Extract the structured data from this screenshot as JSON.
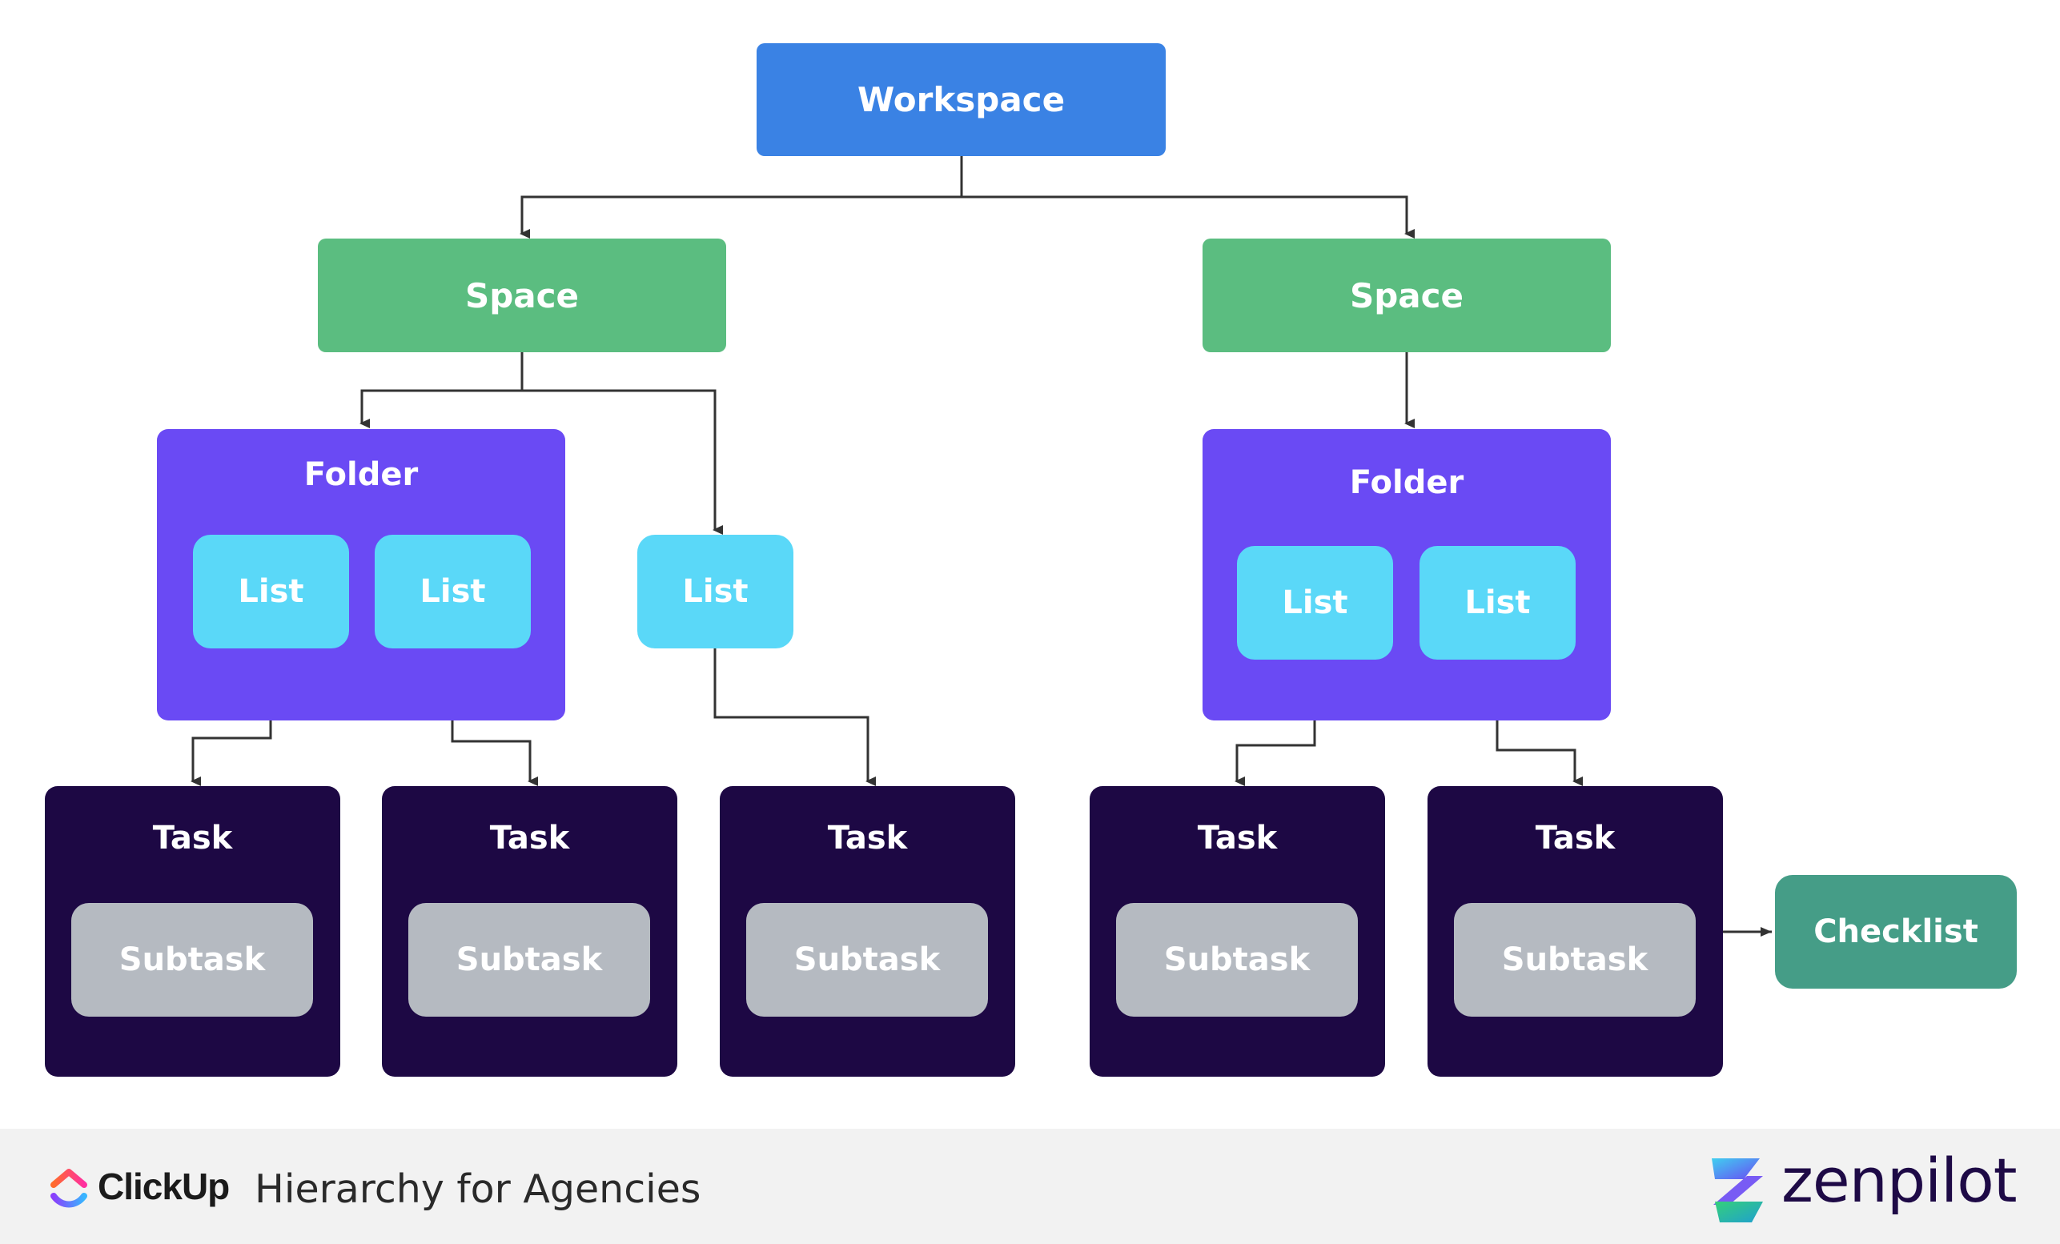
{
  "workspace": {
    "label": "Workspace"
  },
  "spaces": [
    {
      "label": "Space"
    },
    {
      "label": "Space"
    }
  ],
  "folders": [
    {
      "label": "Folder",
      "lists": [
        "List",
        "List"
      ]
    },
    {
      "label": "Folder",
      "lists": [
        "List",
        "List"
      ]
    }
  ],
  "standalone_list": {
    "label": "List"
  },
  "tasks": [
    {
      "label": "Task",
      "subtask": "Subtask"
    },
    {
      "label": "Task",
      "subtask": "Subtask"
    },
    {
      "label": "Task",
      "subtask": "Subtask"
    },
    {
      "label": "Task",
      "subtask": "Subtask"
    },
    {
      "label": "Task",
      "subtask": "Subtask"
    }
  ],
  "checklist": {
    "label": "Checklist"
  },
  "footer": {
    "brand": "ClickUp",
    "title": "Hierarchy for Agencies",
    "partner": "zenpilot"
  },
  "colors": {
    "workspace": "#3a82e4",
    "space": "#5bbd80",
    "folder": "#6a4af4",
    "list": "#5ad8f8",
    "task": "#1d0844",
    "subtask": "#b5bac1",
    "checklist": "#459d87",
    "connector": "#333333"
  }
}
